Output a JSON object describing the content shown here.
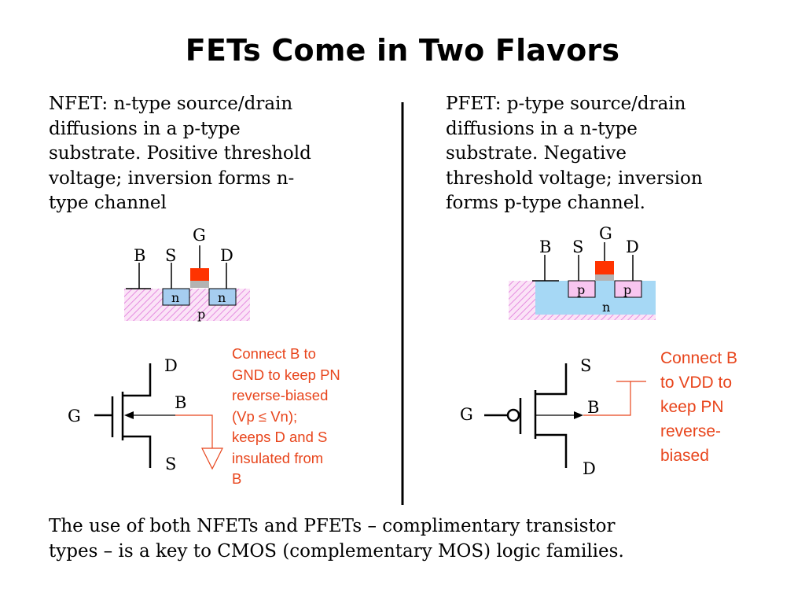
{
  "title": "FETs Come in Two Flavors",
  "nfet": {
    "description": "NFET: n-type source/drain\ndiffusions in a p-type\nsubstrate.  Positive threshold\nvoltage; inversion forms n-\ntype channel",
    "cross_section": {
      "B": "B",
      "S": "S",
      "G": "G",
      "D": "D",
      "left_diffusion": "n",
      "right_diffusion": "n",
      "substrate": "p"
    },
    "symbol": {
      "G": "G",
      "D": "D",
      "S": "S",
      "B": "B"
    },
    "note": "Connect B to\nGND to keep PN\nreverse-biased\n(Vp ≤ Vn);\nkeeps D and S\ninsulated from\nB"
  },
  "pfet": {
    "description": "PFET: p-type source/drain\ndiffusions in a n-type\nsubstrate.  Negative\nthreshold voltage; inversion\nforms p-type channel.",
    "cross_section": {
      "B": "B",
      "S": "S",
      "G": "G",
      "D": "D",
      "left_diffusion": "p",
      "right_diffusion": "p",
      "substrate": "n"
    },
    "symbol": {
      "G": "G",
      "S": "S",
      "D": "D",
      "B": "B"
    },
    "note": "Connect B\nto VDD to\nkeep PN\nreverse-\nbiased"
  },
  "bottom_text": "The use of both NFETs and PFETs – complimentary transistor\ntypes – is a key to CMOS (complementary MOS) logic families.",
  "colors": {
    "note": "#e8451c",
    "gate": "#ff3300",
    "oxide": "#b3b3b3",
    "n_region": "#a6cdf0",
    "p_region": "#f8c6f0",
    "n_substrate": "#a6d8f5"
  }
}
